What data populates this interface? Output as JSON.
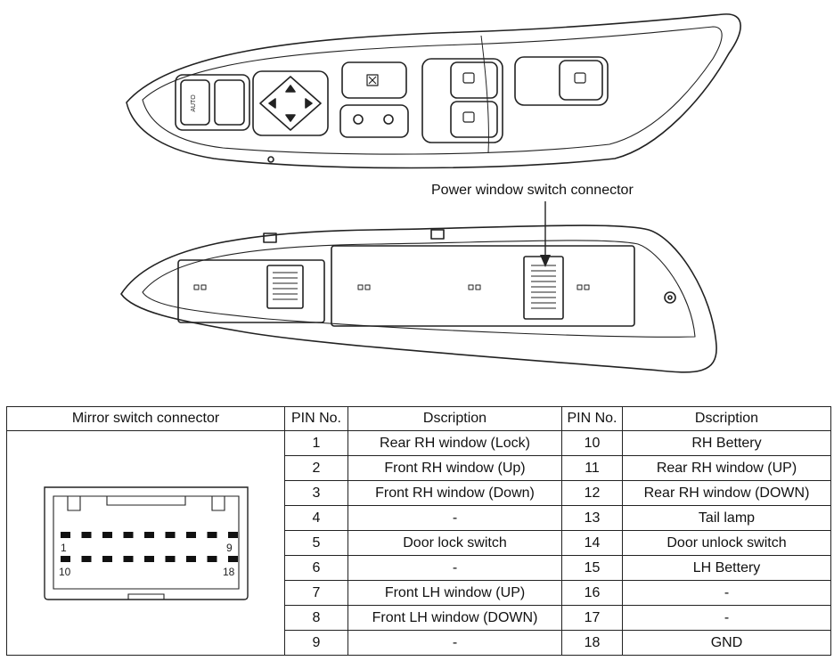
{
  "callout": {
    "label": "Power window switch connector"
  },
  "table": {
    "headers": {
      "mirror": "Mirror switch connector",
      "pin_left": "PIN No.",
      "desc_left": "Dscription",
      "pin_right": "PIN No.",
      "desc_right": "Dscription"
    },
    "rows": [
      {
        "pin_a": "1",
        "desc_a": "Rear RH window (Lock)",
        "pin_b": "10",
        "desc_b": "RH Bettery"
      },
      {
        "pin_a": "2",
        "desc_a": "Front RH window (Up)",
        "pin_b": "11",
        "desc_b": "Rear RH window (UP)"
      },
      {
        "pin_a": "3",
        "desc_a": "Front RH window (Down)",
        "pin_b": "12",
        "desc_b": "Rear RH window (DOWN)"
      },
      {
        "pin_a": "4",
        "desc_a": "-",
        "pin_b": "13",
        "desc_b": "Tail lamp"
      },
      {
        "pin_a": "5",
        "desc_a": "Door lock switch",
        "pin_b": "14",
        "desc_b": "Door unlock switch"
      },
      {
        "pin_a": "6",
        "desc_a": "-",
        "pin_b": "15",
        "desc_b": "LH Bettery"
      },
      {
        "pin_a": "7",
        "desc_a": "Front LH window (UP)",
        "pin_b": "16",
        "desc_b": "-"
      },
      {
        "pin_a": "8",
        "desc_a": "Front LH window (DOWN)",
        "pin_b": "17",
        "desc_b": "-"
      },
      {
        "pin_a": "9",
        "desc_a": "-",
        "pin_b": "18",
        "desc_b": "GND"
      }
    ]
  },
  "connector": {
    "pin_labels": {
      "top_left": "1",
      "top_right": "9",
      "bottom_left": "10",
      "bottom_right": "18"
    }
  },
  "switch_labels": {
    "auto": "AUTO"
  }
}
